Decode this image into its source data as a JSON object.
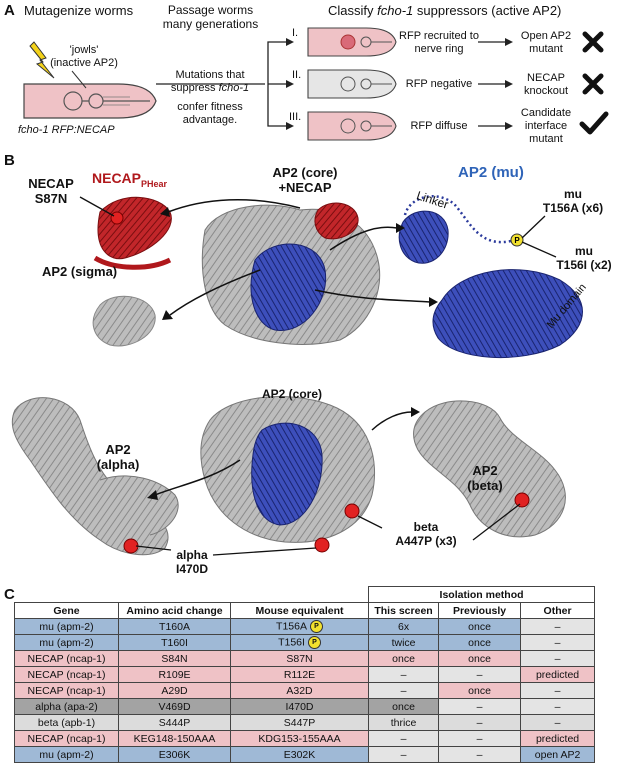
{
  "panel_a": {
    "label": "A",
    "col1_title": "Mutagenize worms",
    "col2_title_1": "Passage worms",
    "col2_title_2": "many generations",
    "col3_title_pre": "Classify ",
    "col3_title_em": "fcho-1",
    "col3_title_post": " suppressors (active AP2)",
    "jowls_1": "'jowls'",
    "jowls_2": "(inactive AP2)",
    "strain_label": "fcho-1 RFP:NECAP",
    "mutations_1": "Mutations that",
    "mutations_2a": "suppress ",
    "mutations_2b": "fcho-1",
    "mutations_3": "confer fitness",
    "mutations_4": "advantage.",
    "classes": [
      {
        "num": "I.",
        "desc_1": "RFP recruited to",
        "desc_2": "nerve ring",
        "out_1": "Open AP2",
        "out_2": "mutant",
        "out_3": "",
        "mark": "cross"
      },
      {
        "num": "II.",
        "desc_1": "RFP negative",
        "desc_2": "",
        "out_1": "NECAP",
        "out_2": "knockout",
        "out_3": "",
        "mark": "cross"
      },
      {
        "num": "III.",
        "desc_1": "RFP diffuse",
        "desc_2": "",
        "out_1": "Candidate",
        "out_2": "interface",
        "out_3": "mutant",
        "mark": "check"
      }
    ],
    "colors": {
      "worm_pink": "#efc2c6",
      "worm_gray": "#e6e6e6",
      "bolt": "#f3d21a"
    }
  },
  "panel_b": {
    "label": "B",
    "necap_title": "NECAP",
    "necap_sub": "PHear",
    "necap_mut_1": "NECAP",
    "necap_mut_2": "S87N",
    "core_necap_1": "AP2 (core)",
    "core_necap_2": "+NECAP",
    "mu_title": "AP2 (mu)",
    "linker": "Linker",
    "mu_mut1_1": "mu",
    "mu_mut1_2": "T156A (x6)",
    "mu_mut2_1": "mu",
    "mu_mut2_2": "T156I (x2)",
    "mu_domain": "Mu domain",
    "sigma": "AP2 (sigma)",
    "core2": "AP2 (core)",
    "alpha_1": "AP2",
    "alpha_2": "(alpha)",
    "beta_1": "AP2",
    "beta_2": "(beta)",
    "beta_mut_1": "beta",
    "beta_mut_2": "A447P (x3)",
    "alpha_mut_1": "alpha",
    "alpha_mut_2": "I470D",
    "p_badge": "P",
    "colors": {
      "mu_blue": "#2b3a9c",
      "necap_red": "#b0181c",
      "mu_title": "#2f64b8",
      "gray": "#a9a9a9"
    }
  },
  "panel_c": {
    "label": "C",
    "group_header": "Isolation method",
    "headers": [
      "Gene",
      "Amino acid change",
      "Mouse equivalent",
      "This screen",
      "Previously",
      "Other"
    ],
    "rows": [
      {
        "cls": "mu",
        "gene": "mu (apm-2)",
        "aa": "T160A",
        "mouse": "T156A",
        "p": "P",
        "screen": "6x",
        "prev": "once",
        "other": "–"
      },
      {
        "cls": "mu",
        "gene": "mu (apm-2)",
        "aa": "T160I",
        "mouse": "T156I",
        "p": "P",
        "screen": "twice",
        "prev": "once",
        "other": "–"
      },
      {
        "cls": "necap",
        "gene": "NECAP (ncap-1)",
        "aa": "S84N",
        "mouse": "S87N",
        "p": "",
        "screen": "once",
        "prev": "once",
        "other": "–"
      },
      {
        "cls": "necap",
        "gene": "NECAP (ncap-1)",
        "aa": "R109E",
        "mouse": "R112E",
        "p": "",
        "screen": "–",
        "prev": "–",
        "other": "predicted"
      },
      {
        "cls": "necap",
        "gene": "NECAP (ncap-1)",
        "aa": "A29D",
        "mouse": "A32D",
        "p": "",
        "screen": "–",
        "prev": "once",
        "other": "–"
      },
      {
        "cls": "alpha",
        "gene": "alpha (apa-2)",
        "aa": "V469D",
        "mouse": "I470D",
        "p": "",
        "screen": "once",
        "prev": "–",
        "other": "–"
      },
      {
        "cls": "beta",
        "gene": "beta (apb-1)",
        "aa": "S444P",
        "mouse": "S447P",
        "p": "",
        "screen": "thrice",
        "prev": "–",
        "other": "–"
      },
      {
        "cls": "necap",
        "gene": "NECAP (ncap-1)",
        "aa": "KEG148-150AAA",
        "mouse": "KDG153-155AAA",
        "p": "",
        "screen": "–",
        "prev": "–",
        "other": "predicted"
      },
      {
        "cls": "mu",
        "gene": "mu (apm-2)",
        "aa": "E306K",
        "mouse": "E302K",
        "p": "",
        "screen": "–",
        "prev": "–",
        "other": "open AP2"
      }
    ]
  }
}
